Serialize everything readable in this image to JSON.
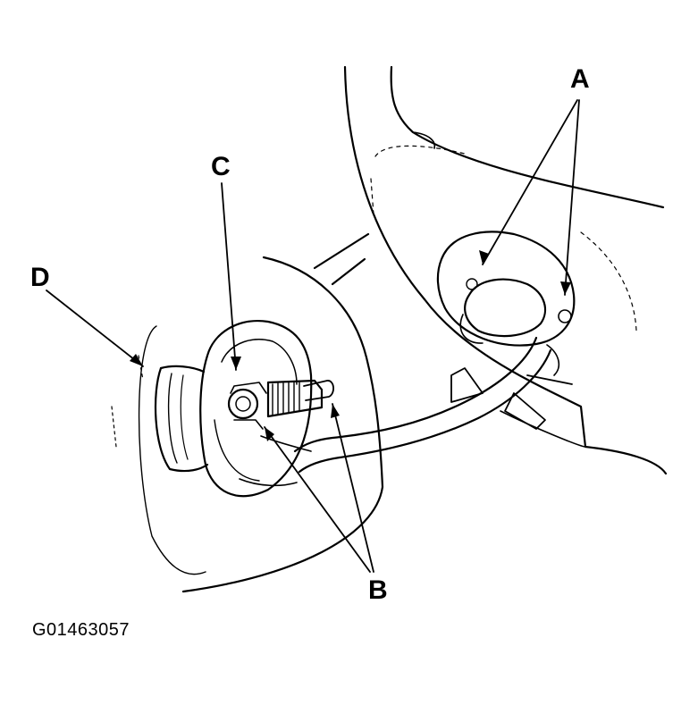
{
  "callouts": {
    "a": "A",
    "b": "B",
    "c": "C",
    "d": "D"
  },
  "figure_id": "G01463057",
  "colors": {
    "ink": "#000000",
    "background": "#ffffff"
  }
}
